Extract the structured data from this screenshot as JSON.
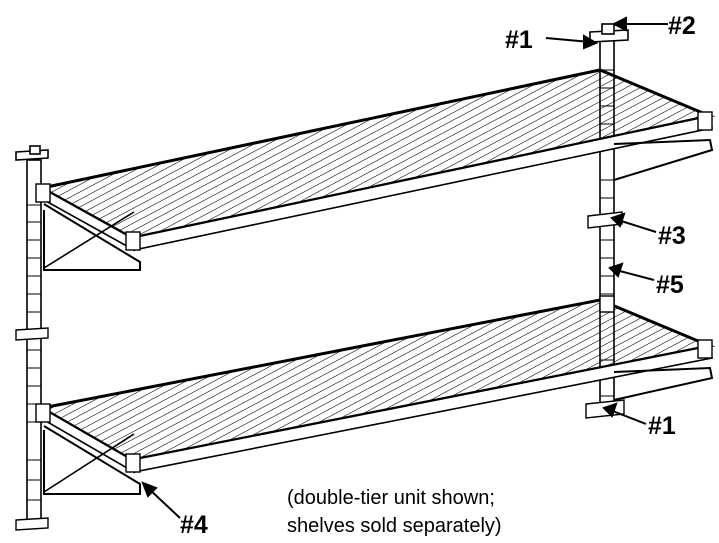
{
  "callouts": {
    "c1_top": "#1",
    "c2": "#2",
    "c3": "#3",
    "c5": "#5",
    "c1_bottom": "#1",
    "c4": "#4"
  },
  "caption": {
    "line1": "(double-tier unit shown;",
    "line2": "shelves sold separately)"
  },
  "colors": {
    "ink": "#000000",
    "paper": "#ffffff"
  }
}
